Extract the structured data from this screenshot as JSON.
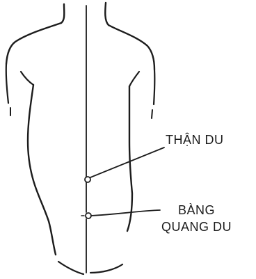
{
  "diagram": {
    "points": [
      {
        "label": "THẬN DU"
      },
      {
        "label_line1": "BÀNG",
        "label_line2": "QUANG DU"
      }
    ],
    "colors": {
      "ink": "#1c1c1c",
      "background": "#ffffff"
    }
  }
}
